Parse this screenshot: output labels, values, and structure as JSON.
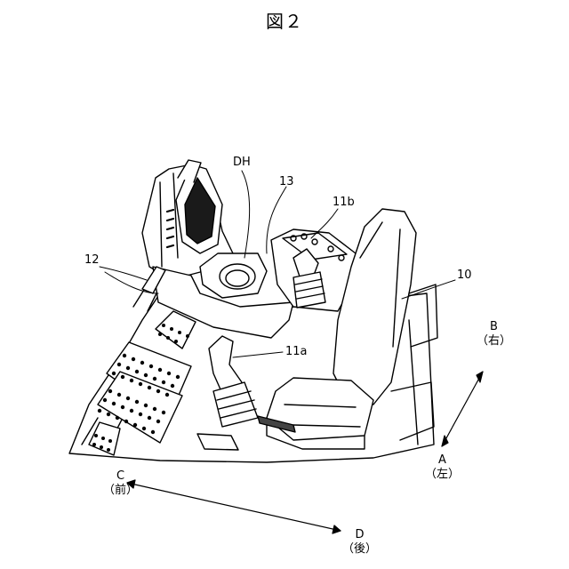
{
  "figure": {
    "title": "図２"
  },
  "labels": {
    "dh": "DH",
    "n13": "13",
    "n11b": "11b",
    "n12": "12",
    "n10": "10",
    "n11a": "11a"
  },
  "directions": {
    "b": {
      "letter": "B",
      "word": "（右）"
    },
    "a": {
      "letter": "A",
      "word": "（左）"
    },
    "c": {
      "letter": "C",
      "word": "（前）"
    },
    "d": {
      "letter": "D",
      "word": "（後）"
    }
  }
}
